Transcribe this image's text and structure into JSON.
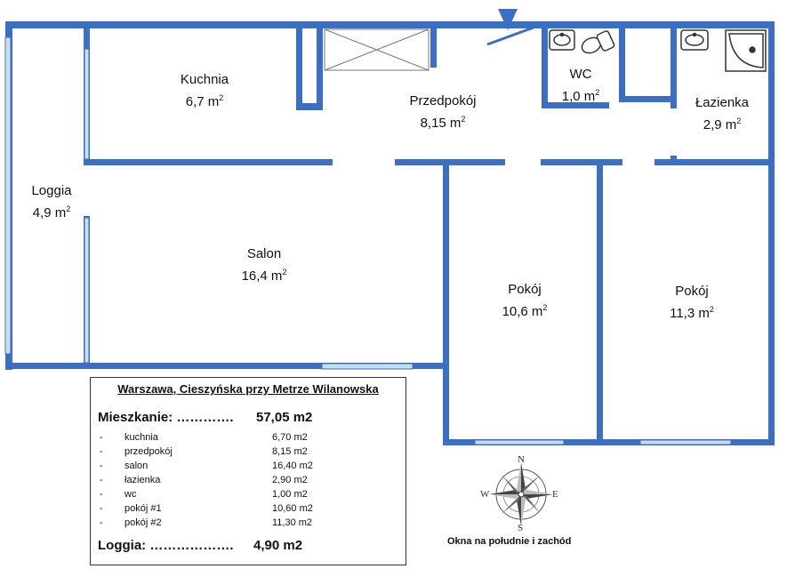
{
  "rooms": {
    "kuchnia": {
      "name": "Kuchnia",
      "area": "6,7 m",
      "sup": "2"
    },
    "przedpokoj": {
      "name": "Przedpokój",
      "area": "8,15 m",
      "sup": "2"
    },
    "wc": {
      "name": "WC",
      "area": "1,0 m",
      "sup": "2"
    },
    "lazienka": {
      "name": "Łazienka",
      "area": "2,9 m",
      "sup": "2"
    },
    "loggia": {
      "name": "Loggia",
      "area": "4,9 m",
      "sup": "2"
    },
    "salon": {
      "name": "Salon",
      "area": "16,4 m",
      "sup": "2"
    },
    "pokoj1": {
      "name": "Pokój",
      "area": "10,6 m",
      "sup": "2"
    },
    "pokoj2": {
      "name": "Pokój",
      "area": "11,3 m",
      "sup": "2"
    }
  },
  "info": {
    "title": "Warszawa, Cieszyńska przy Metrze Wilanowska",
    "mieszkanie_label": "Mieszkanie: ………….",
    "mieszkanie_value": "57,05 m2",
    "rows": [
      {
        "dash": "-",
        "name": "kuchnia",
        "value": "6,70 m2"
      },
      {
        "dash": "-",
        "name": "przedpokój",
        "value": "8,15 m2"
      },
      {
        "dash": "-",
        "name": "salon",
        "value": "16,40 m2"
      },
      {
        "dash": "-",
        "name": "łazienka",
        "value": "2,90 m2"
      },
      {
        "dash": "-",
        "name": "wc",
        "value": "1,00 m2"
      },
      {
        "dash": "-",
        "name": "pokój #1",
        "value": "10,60 m2"
      },
      {
        "dash": "-",
        "name": "pokój #2",
        "value": "11,30 m2"
      }
    ],
    "loggia_label": "Loggia: ……………….",
    "loggia_value": "4,90 m2"
  },
  "compass": {
    "n": "N",
    "e": "E",
    "s": "S",
    "w": "W",
    "caption": "Okna na południe i zachód"
  },
  "colors": {
    "wall": "#3a6fc4",
    "window": "#c9ddf0",
    "fixture": "#333333"
  }
}
